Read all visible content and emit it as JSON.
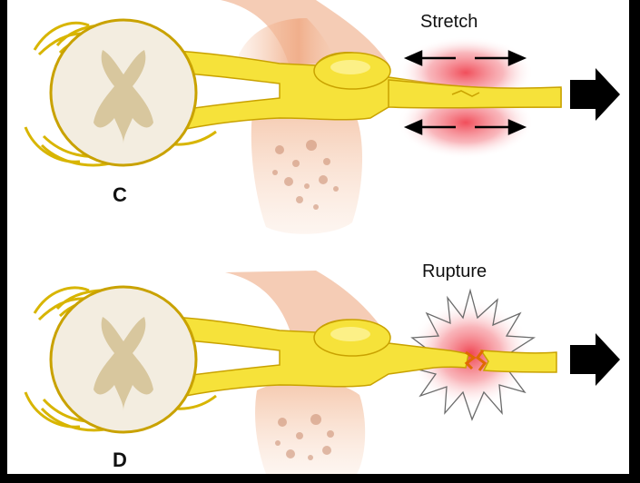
{
  "panels": [
    {
      "letter": "C",
      "caption": "Stretch",
      "state": "stretch"
    },
    {
      "letter": "D",
      "caption": "Rupture",
      "state": "rupture"
    }
  ],
  "colors": {
    "nerve": "#f6e23a",
    "nerve_outline": "#c9a200",
    "spinal_cord": "#f3ede0",
    "gray_matter": "#d8c79e",
    "tissue": "#f0b493",
    "bone": "#f4cdb4",
    "injury_glow": "#f2606b",
    "arrow": "#000000",
    "background": "#ffffff",
    "border": "#000000"
  }
}
